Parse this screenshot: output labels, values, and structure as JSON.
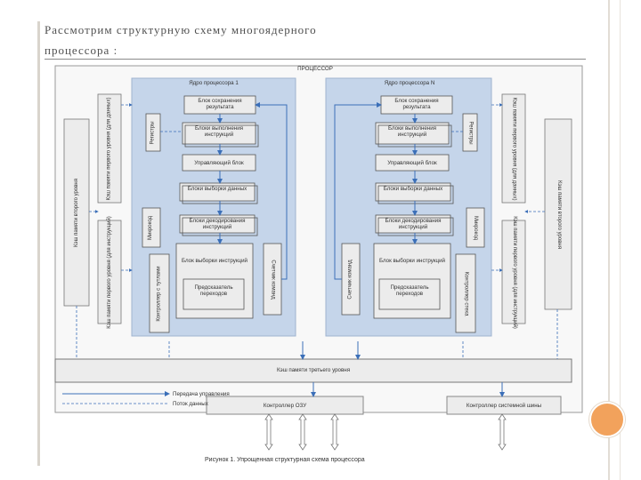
{
  "slide": {
    "title_line1": "Рассмотрим структурную схему многоядерного",
    "title_line2": "процессора :"
  },
  "diagram": {
    "processor_label": "ПРОЦЕССОР",
    "core1": {
      "title": "Ядро процессора 1",
      "result_blocks": "Блок сохранения результата",
      "exec_blocks": "Блоки выполнения инструкций",
      "control_unit": "Управляющий блок",
      "fetch_data": "Блоки выборки данных",
      "decode": "Блоки декодирования инструкций",
      "fetch_instr": "Блок выборки инструкций",
      "predictor": "Предсказатель переходов",
      "registers": "Регистры",
      "microcode": "Микрокод",
      "counter": "Счетчик команд",
      "return_stack": "Контроллер с тутлами",
      "cache_l1_data": "Кэш памяти первого уровня (для данных)",
      "cache_l1_instr": "Кэш памяти первого уровня (для инструкций)"
    },
    "coreN": {
      "title": "Ядро процессора N",
      "result_blocks": "Блок сохранения результата",
      "exec_blocks": "Блоки выполнения инструкций",
      "control_unit": "Управляющий блок",
      "fetch_data": "Блоки выборки данных",
      "decode": "Блоки декодирования инструкций",
      "fetch_instr": "Блок выборки инструкций",
      "predictor": "Предсказатель переходов",
      "registers": "Регистры",
      "microcode": "Микрокод",
      "counter": "Счетчик команд",
      "return_stack": "Контроллер стека",
      "cache_l1_data": "Кэш памяти первого уровня (для данных)",
      "cache_l1_instr": "Кэш памяти первого уровня (для инструкций)"
    },
    "cache_l2_left": "Кэш памяти второго уровня",
    "cache_l2_right": "Кэш памяти второго уровня",
    "cache_l3": "Кэш памяти третьего уровня",
    "ram_controller": "Контроллер ОЗУ",
    "bus_controller": "Контроллер системной шины",
    "legend_control": "Передача управления",
    "legend_data": "Поток данных",
    "caption": "Рисунок 1. Упрощенная структурная схема процессора"
  },
  "colors": {
    "core_fill": "#c5d5ea",
    "block_fill": "#ececec",
    "accent_circle": "#f2a25c",
    "control_arrow": "#3b6fb8",
    "data_arrow": "#3b6fb8"
  }
}
